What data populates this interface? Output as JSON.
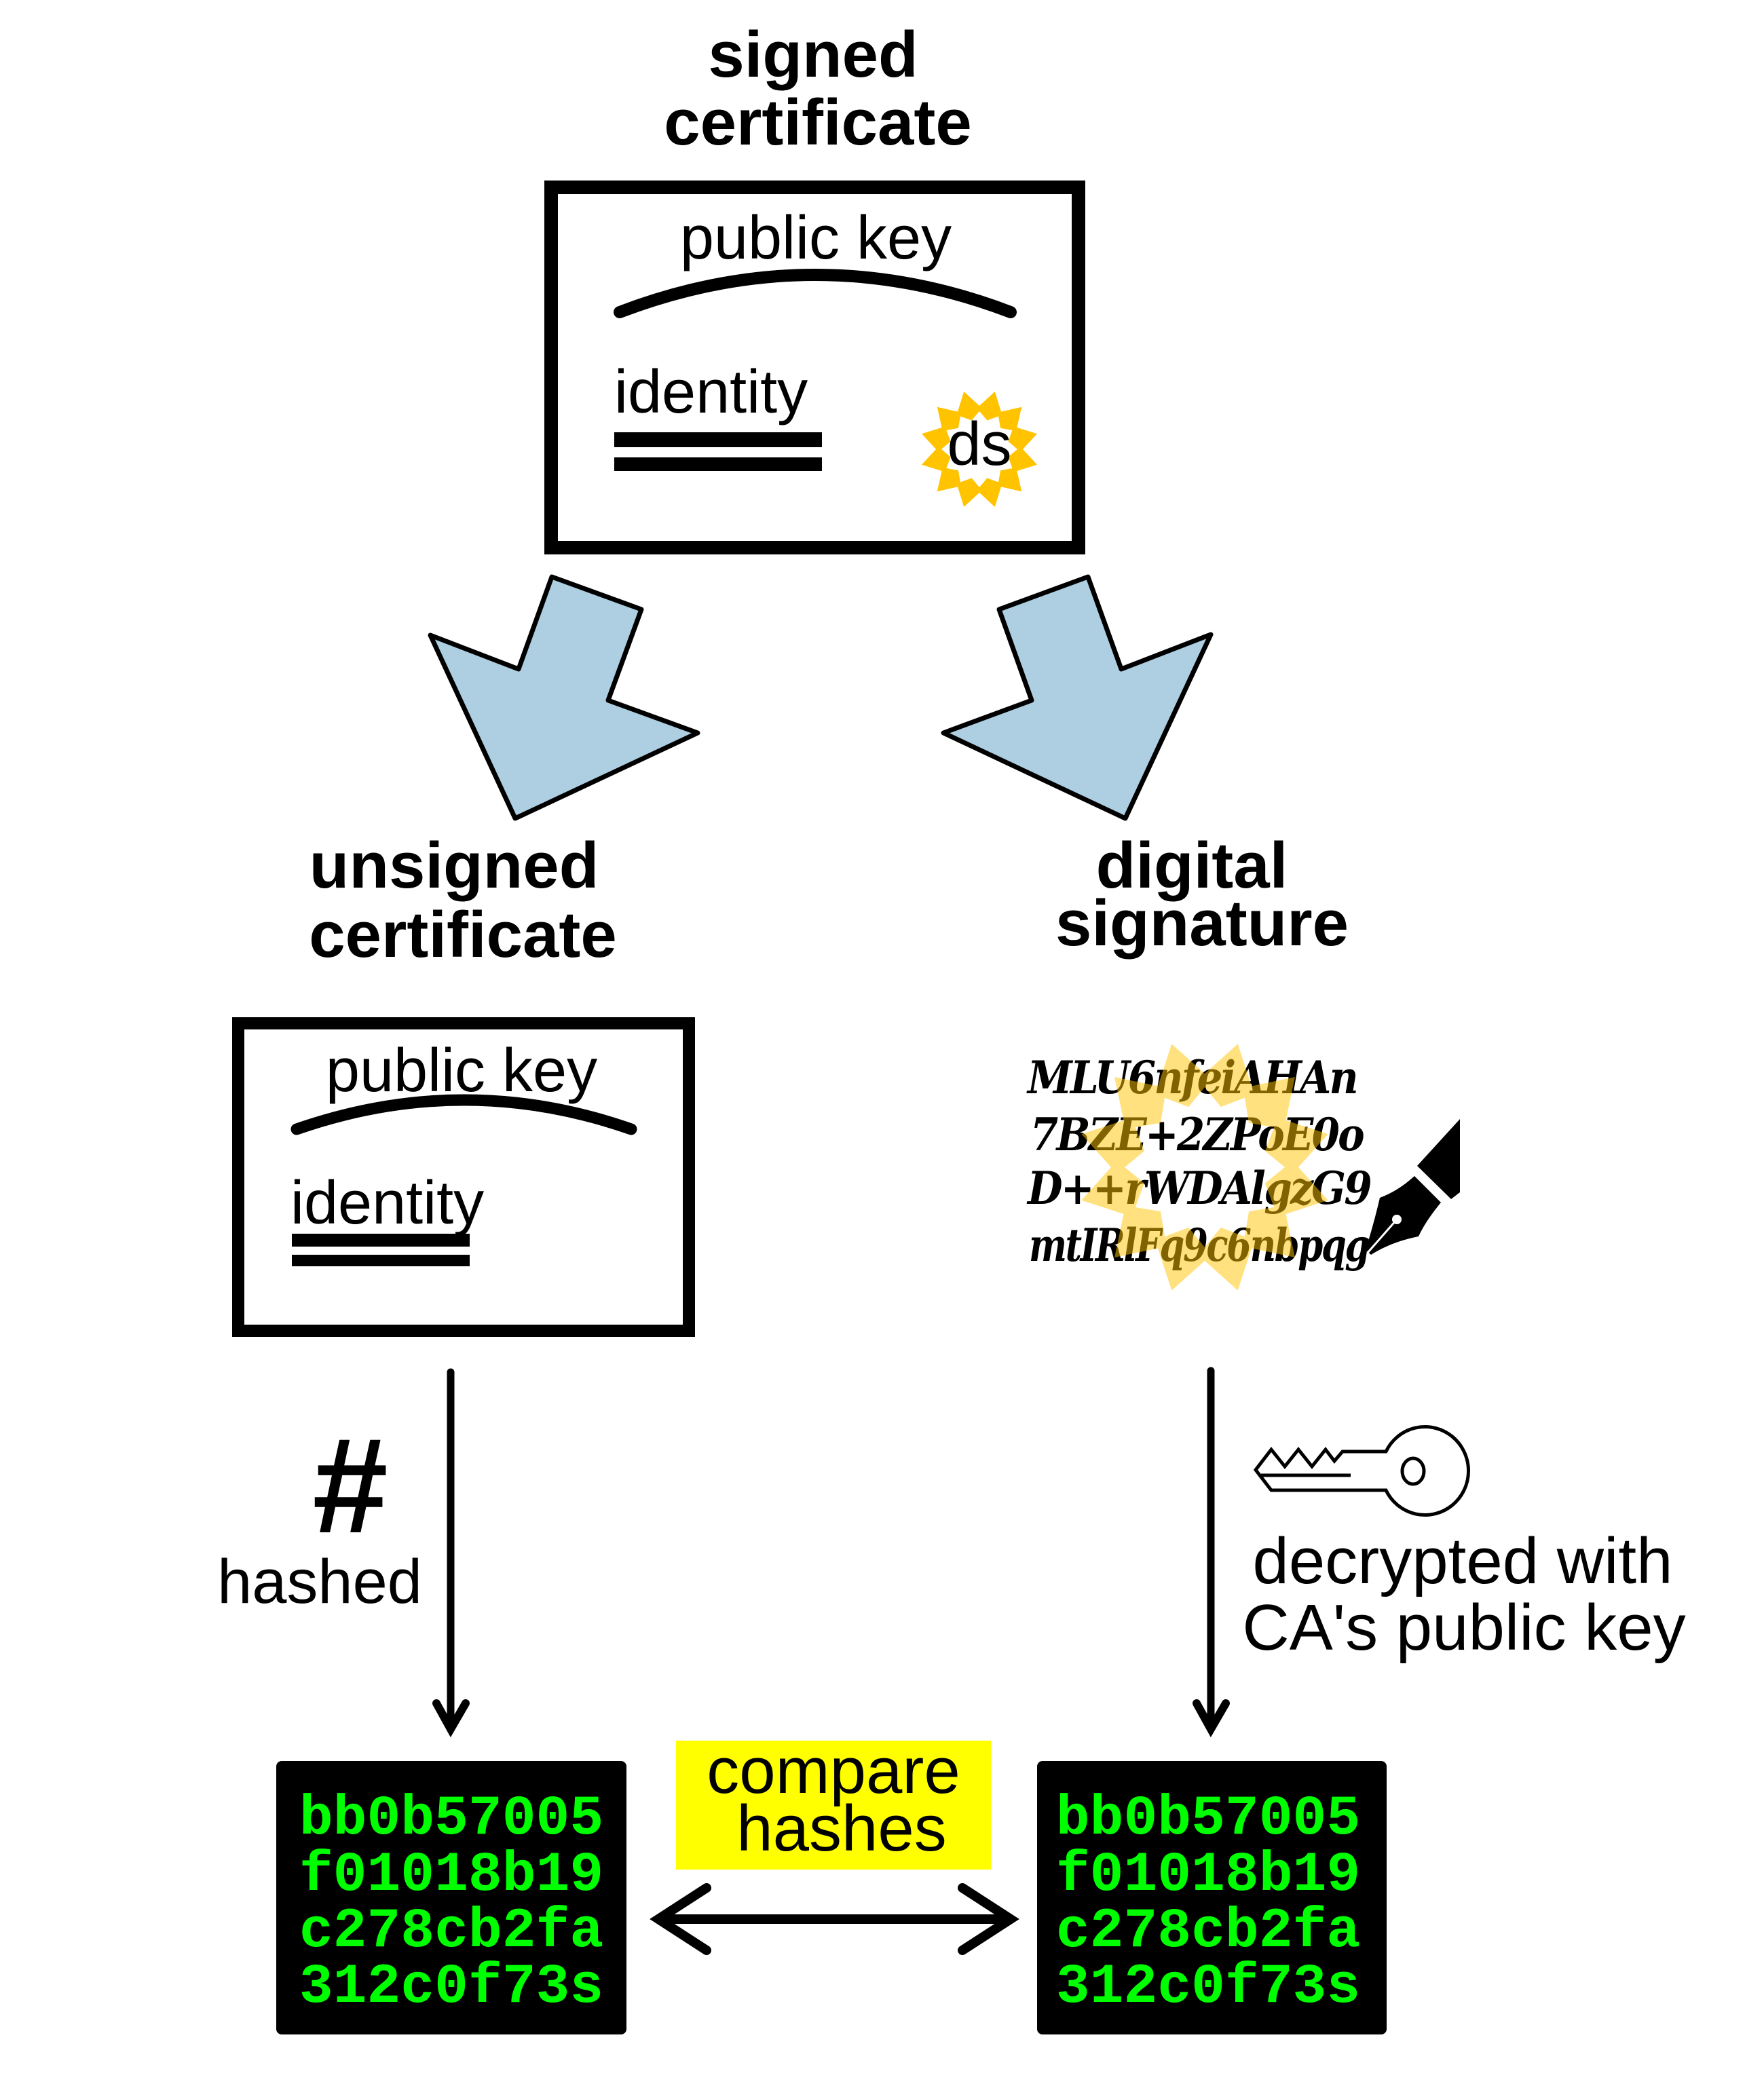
{
  "signed_certificate": {
    "title_line1": "signed",
    "title_line2": "certificate",
    "public_key_label": "public key",
    "identity_label": "identity",
    "seal_label": "ds"
  },
  "unsigned_certificate": {
    "title_line1": "unsigned",
    "title_line2": "certificate",
    "public_key_label": "public key",
    "identity_label": "identity"
  },
  "digital_signature": {
    "title_line1": "digital",
    "title_line2": "signature",
    "signature_lines": [
      "MLU6nfeiAHAn",
      "7BZE+2ZPoE0o",
      "D++rWDAlgzG9",
      "mtIRlFq9c6nbpqg"
    ]
  },
  "left_flow": {
    "symbol": "#",
    "label": "hashed"
  },
  "right_flow": {
    "label_line1": "decrypted with",
    "label_line2": "CA's public key"
  },
  "compare": {
    "label_line1": "compare",
    "label_line2": "hashes"
  },
  "hash_left": {
    "lines": [
      "bb0b57005",
      "f01018b19",
      "c278cb2fa",
      "312c0f73s"
    ]
  },
  "hash_right": {
    "lines": [
      "bb0b57005",
      "f01018b19",
      "c278cb2fa",
      "312c0f73s"
    ]
  },
  "colors": {
    "arrow_fill": "#aecfe1",
    "seal": "#ffc300",
    "compare_bg": "#ffff00",
    "hash_text": "#00ff00",
    "hash_bg": "#000000"
  }
}
